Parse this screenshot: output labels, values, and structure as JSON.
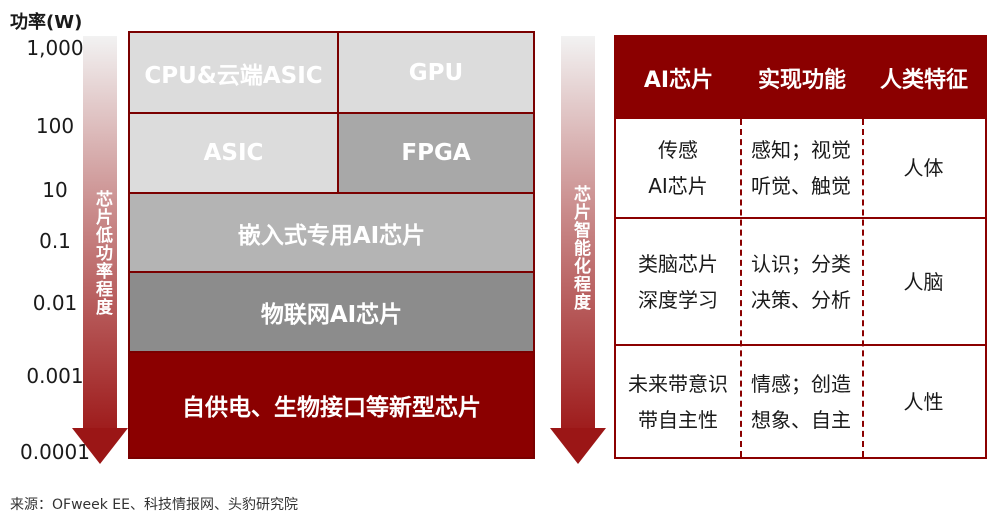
{
  "y_axis": {
    "title": "功率(W)",
    "ticks": [
      "1,000",
      "100",
      "10",
      "0.1",
      "0.01",
      "0.001",
      "0.0001"
    ]
  },
  "left_arrow_label": "芯片低功率程度",
  "right_arrow_label": "芯片智能化程度",
  "blocks": {
    "cpu": "CPU&云端ASIC",
    "gpu": "GPU",
    "asic": "ASIC",
    "fpga": "FPGA",
    "embedded": "嵌入式专用AI芯片",
    "iot": "物联网AI芯片",
    "new": "自供电、生物接口等新型芯片"
  },
  "table": {
    "headers": [
      "AI芯片",
      "实现功能",
      "人类特征"
    ],
    "rows": [
      {
        "chip": [
          "传感",
          "AI芯片"
        ],
        "function": [
          "感知；视觉",
          "听觉、触觉"
        ],
        "human": "人体"
      },
      {
        "chip": [
          "类脑芯片",
          "深度学习"
        ],
        "function": [
          "认识；分类",
          "决策、分析"
        ],
        "human": "人脑"
      },
      {
        "chip": [
          "未来带意识",
          "带自主性"
        ],
        "function": [
          "情感；创造",
          "想象、自主"
        ],
        "human": "人性"
      }
    ]
  },
  "colors": {
    "accent": "#8b0000",
    "light_gray": "#dcdcdc",
    "mid_gray": "#a8a8a8"
  },
  "source": "来源：OFweek EE、科技情报网、头豹研究院"
}
